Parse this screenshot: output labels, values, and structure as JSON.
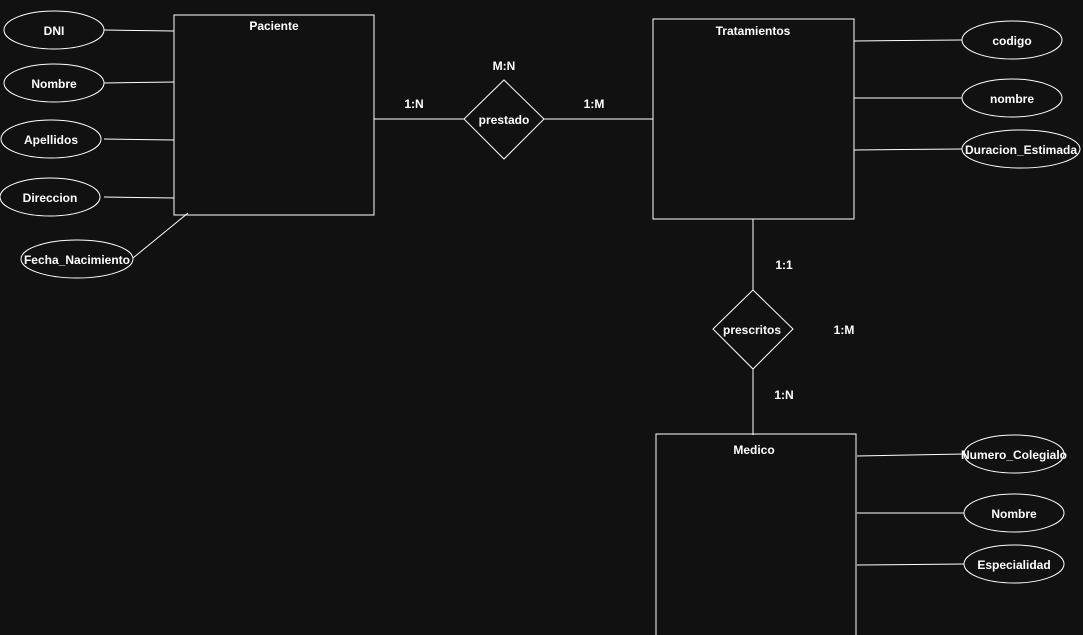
{
  "colors": {
    "background": "#111111",
    "stroke": "#ffffff",
    "text": "#ffffff"
  },
  "entities": {
    "paciente": "Paciente",
    "tratamientos": "Tratamientos",
    "medico": "Medico"
  },
  "relationships": {
    "prestado": "prestado",
    "prescritos": "prescritos"
  },
  "attributes": {
    "paciente": [
      "DNI",
      "Nombre",
      "Apellidos",
      "Direccion",
      "Fecha_Nacimiento"
    ],
    "tratamientos": [
      "codigo",
      "nombre",
      "Duracion_Estimada"
    ],
    "medico": [
      "Numero_Colegialo",
      "Nombre",
      "Especialidad"
    ]
  },
  "cardinalities": {
    "prestado_top": "M:N",
    "paciente_prestado": "1:N",
    "prestado_tratamientos": "1:M",
    "tratamientos_prescritos": "1:1",
    "prescritos_side": "1:M",
    "prescritos_medico": "1:N"
  }
}
